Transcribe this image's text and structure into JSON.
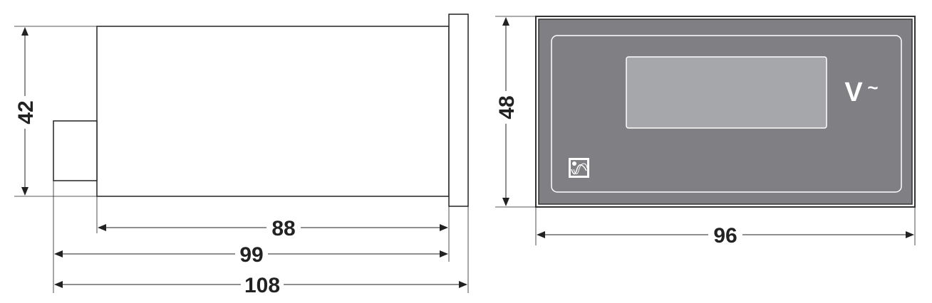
{
  "side_view": {
    "height_label": "42",
    "depth_body_label": "88",
    "depth_with_connector_label": "99",
    "total_depth_label": "108"
  },
  "front_view": {
    "height_label": "48",
    "width_label": "96",
    "unit_label": "V",
    "ac_symbol": "~",
    "logo_icon": "wave-logo-icon"
  },
  "colors": {
    "panel": "#808084",
    "display": "#a6a7aa",
    "line": "#222222"
  }
}
